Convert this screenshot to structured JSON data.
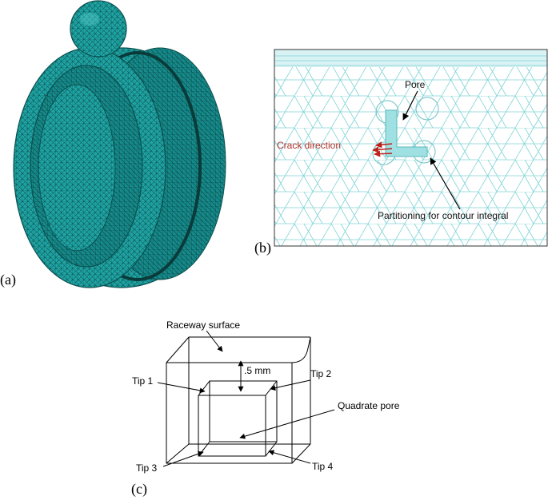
{
  "panels": {
    "a": {
      "label": "(a)"
    },
    "b": {
      "label": "(b)",
      "annotations": {
        "pore": "Pore",
        "crack_direction": "Crack direction",
        "partitioning": "Partitioning for contour integral"
      }
    },
    "c": {
      "label": "(c)",
      "annotations": {
        "raceway_surface": "Raceway surface",
        "depth": ".5 mm",
        "tip1": "Tip 1",
        "tip2": "Tip 2",
        "tip3": "Tip 3",
        "tip4": "Tip 4",
        "quadrate_pore": "Quadrate pore"
      }
    }
  },
  "colors": {
    "mesh_fill": "#1fa3a3",
    "mesh_line": "#0b4f4f",
    "fine_mesh": "#7fd3d6",
    "crack_text": "#b0302a",
    "crack_arrow": "#c0201a",
    "ink": "#000000"
  }
}
